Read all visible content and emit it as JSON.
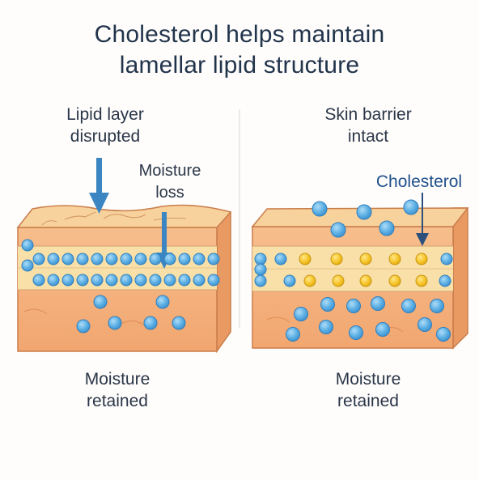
{
  "title": {
    "line1": "Cholesterol helps maintain",
    "line2": "lamellar lipid structure"
  },
  "left_panel": {
    "top_label_1": "Lipid layer",
    "top_label_2": "disrupted",
    "moisture_label_1": "Moisture",
    "moisture_label_2": "loss",
    "bottom_label_1": "Moisture",
    "bottom_label_2": "retained"
  },
  "right_panel": {
    "top_label_1": "Skin barrier",
    "top_label_2": "intact",
    "cholesterol_label": "Cholesterol",
    "bottom_label_1": "Moisture",
    "bottom_label_2": "retained"
  },
  "colors": {
    "water": "#5aaee3",
    "cholesterol": "#f6c52a",
    "lipid_band": "#f8e0a8",
    "skin": "#f4b07a",
    "arrow": "#3b86c2"
  }
}
